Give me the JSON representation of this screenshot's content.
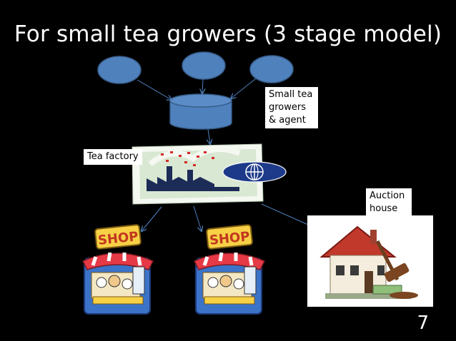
{
  "title": "For small tea growers (3 stage model)",
  "labels": {
    "agent": [
      "Small tea",
      "growers",
      "& agent"
    ],
    "factory": "Tea factory",
    "auction": [
      "Auction",
      "house"
    ]
  },
  "shop_sign": "SHOP",
  "page_number": "7",
  "colors": {
    "node_fill": "#4f81bd",
    "node_stroke": "#385d8a",
    "arrow": "#4f81bd"
  },
  "icons": [
    "grower-circle",
    "agent-cylinder",
    "tea-factory-picture",
    "shop-icon",
    "auction-house-icon"
  ]
}
